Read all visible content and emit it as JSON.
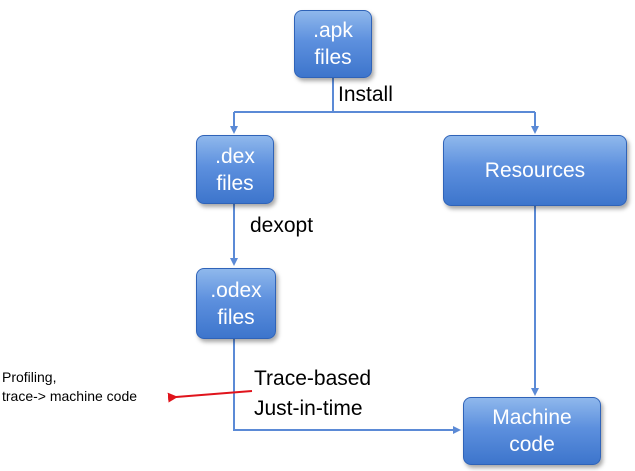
{
  "nodes": {
    "apk": {
      "line1": ".apk",
      "line2": "files"
    },
    "dex": {
      "line1": ".dex",
      "line2": "files"
    },
    "odex": {
      "line1": ".odex",
      "line2": "files"
    },
    "resources": {
      "line1": "Resources"
    },
    "machine_code": {
      "line1": "Machine",
      "line2": "code"
    }
  },
  "edge_labels": {
    "install": "Install",
    "dexopt": "dexopt",
    "jit_line1": "Trace-based",
    "jit_line2": "Just-in-time"
  },
  "annotation": {
    "line1": "Profiling,",
    "line2": "trace-> machine code"
  },
  "colors": {
    "box_fill_top": "#8fb8ec",
    "box_fill_bottom": "#3d75cc",
    "connector": "#5b8ad6",
    "annotation_arrow": "#e0141c"
  }
}
